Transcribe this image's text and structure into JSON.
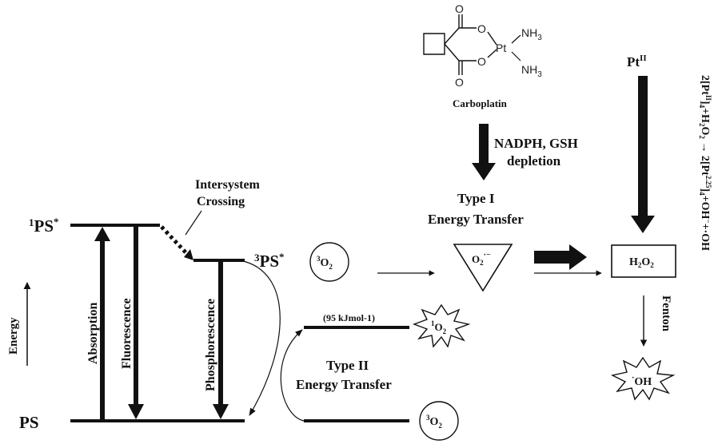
{
  "levels": {
    "singlet_excited": "1PS*",
    "triplet_excited": "3PS*",
    "ground": "PS"
  },
  "axis": {
    "energy_label": "Energy"
  },
  "transitions": {
    "absorption": "Absorption",
    "fluorescence": "Fluorescence",
    "phosphorescence": "Phosphorescence",
    "intersystem_line1": "Intersystem",
    "intersystem_line2": "Crossing"
  },
  "species": {
    "triplet_oxygen_top": "3O2",
    "singlet_oxygen": "1O2",
    "triplet_oxygen_bottom": "3O2",
    "superoxide": "O2·−",
    "hydrogen_peroxide": "H2O2",
    "hydroxyl_radical": "·OH",
    "platinum": "PtII"
  },
  "singlet_energy": "(95 kJmol-1)",
  "type1": {
    "line1": "Type I",
    "line2": "Energy Transfer"
  },
  "type2": {
    "line1": "Type II",
    "line2": "Energy Transfer"
  },
  "nadph": {
    "line1": "NADPH, GSH",
    "line2": "depletion"
  },
  "fenton": "Fenton",
  "carboplatin": {
    "name": "Carboplatin",
    "atoms": {
      "o_carbonyl_top": "O",
      "o_ring_top": "O",
      "o_carbonyl_bottom": "O",
      "o_ring_bottom": "O",
      "pt": "Pt",
      "nh3_top": "NH3",
      "nh3_bottom": "NH3"
    }
  },
  "equation": "2[PtII]4+H2O2 → 2[Pt2.25]4+OH−+·OH"
}
